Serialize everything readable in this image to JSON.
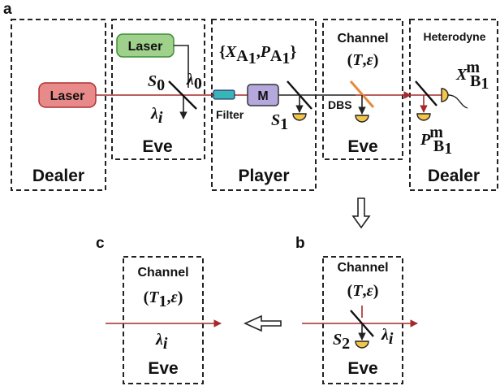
{
  "panels": {
    "a": "a",
    "b": "b",
    "c": "c"
  },
  "labels": {
    "dealer": "Dealer",
    "eve": "Eve",
    "player": "Player",
    "channel": "Channel",
    "heterodyne": "Heterodyne",
    "laser": "Laser",
    "filter": "Filter",
    "modulator": "M",
    "dbs": "DBS"
  },
  "math": {
    "s0": "S",
    "s0_sub": "0",
    "s1": "S",
    "s1_sub": "1",
    "s2": "S",
    "s2_sub": "2",
    "lambda0": "λ",
    "lambda0_sub": "0",
    "lambda_i": "λ",
    "lambda_i_sub": "i",
    "xa_x": "X",
    "xa_sub": "A",
    "xa_sub2": "1",
    "pa_p": "P",
    "channel_params": "(T,ε)",
    "channel_params_c_t": "T",
    "channel_params_c_sub": "1",
    "channel_params_c_rest": ",ε)",
    "xb_x": "X",
    "xb_sup": "m",
    "xb_sub": "B",
    "xb_sub2": "1",
    "pb_p": "P",
    "pb_sup": "m"
  },
  "colors": {
    "laser_red": "#e88a8a",
    "laser_green": "#9fd08c",
    "modulator": "#b5a8dc",
    "filter": "#3ab5b5",
    "detector": "#f3c64a",
    "dbs": "#e58a3a",
    "beam": "#a52a2a"
  }
}
